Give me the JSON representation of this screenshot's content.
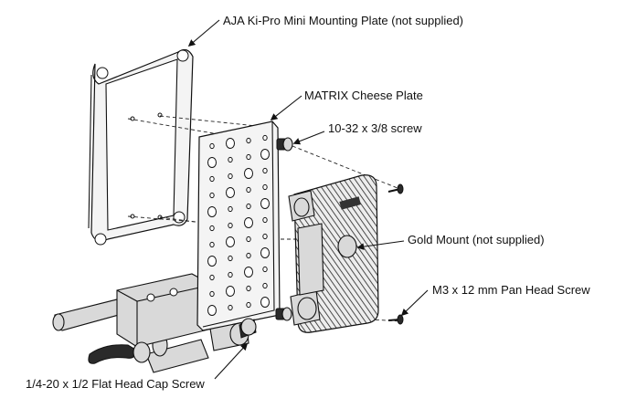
{
  "labels": {
    "aja_plate": "AJA Ki-Pro Mini Mounting Plate (not supplied)",
    "cheese_plate": "MATRIX Cheese Plate",
    "screw_1032": "10-32 x 3/8 screw",
    "gold_mount": "Gold Mount (not supplied)",
    "m3_screw": "M3 x 12 mm Pan Head Screw",
    "flat_head_screw": "1/4-20 x 1/2 Flat Head Cap Screw"
  },
  "icons": {
    "arrow": "leader-arrow-icon",
    "screw": "screw-icon"
  }
}
